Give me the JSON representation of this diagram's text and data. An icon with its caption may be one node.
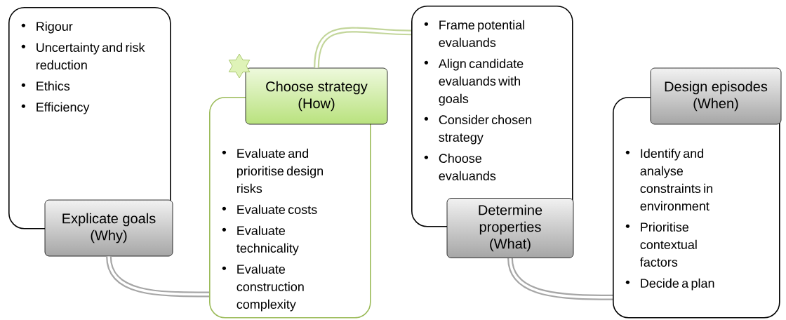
{
  "diagram": {
    "nodes": [
      {
        "text": [
          "Rigour",
          "Uncertainty and risk reduction",
          "Ethics",
          "Efficiency"
        ]
      },
      {
        "text": [
          "Explicate goals (Why)"
        ]
      },
      {
        "text": [
          "Choose strategy (How)"
        ]
      },
      {
        "text": [
          "Evaluate and prioritise design risks",
          "Evaluate costs",
          "Evaluate technicality",
          "Evaluate construction complexity"
        ]
      },
      {
        "text": [
          "Frame potential evaluands",
          "Align candidate evaluands with goals",
          "Consider chosen strategy",
          "Choose evaluands"
        ]
      },
      {
        "text": [
          "Determine properties (What)"
        ]
      },
      {
        "text": [
          "Design episodes (When)"
        ]
      },
      {
        "text": [
          "Identify and analyse constraints in environment",
          "Prioritise contextual factors",
          "Decide a plan"
        ]
      }
    ],
    "edges": [
      {
        "from": 1,
        "to": 3,
        "arrow": "none"
      },
      {
        "from": 2,
        "to": 4,
        "arrow": "none",
        "color": "#c3d69b"
      },
      {
        "from": 5,
        "to": 7,
        "arrow": "none"
      }
    ]
  }
}
